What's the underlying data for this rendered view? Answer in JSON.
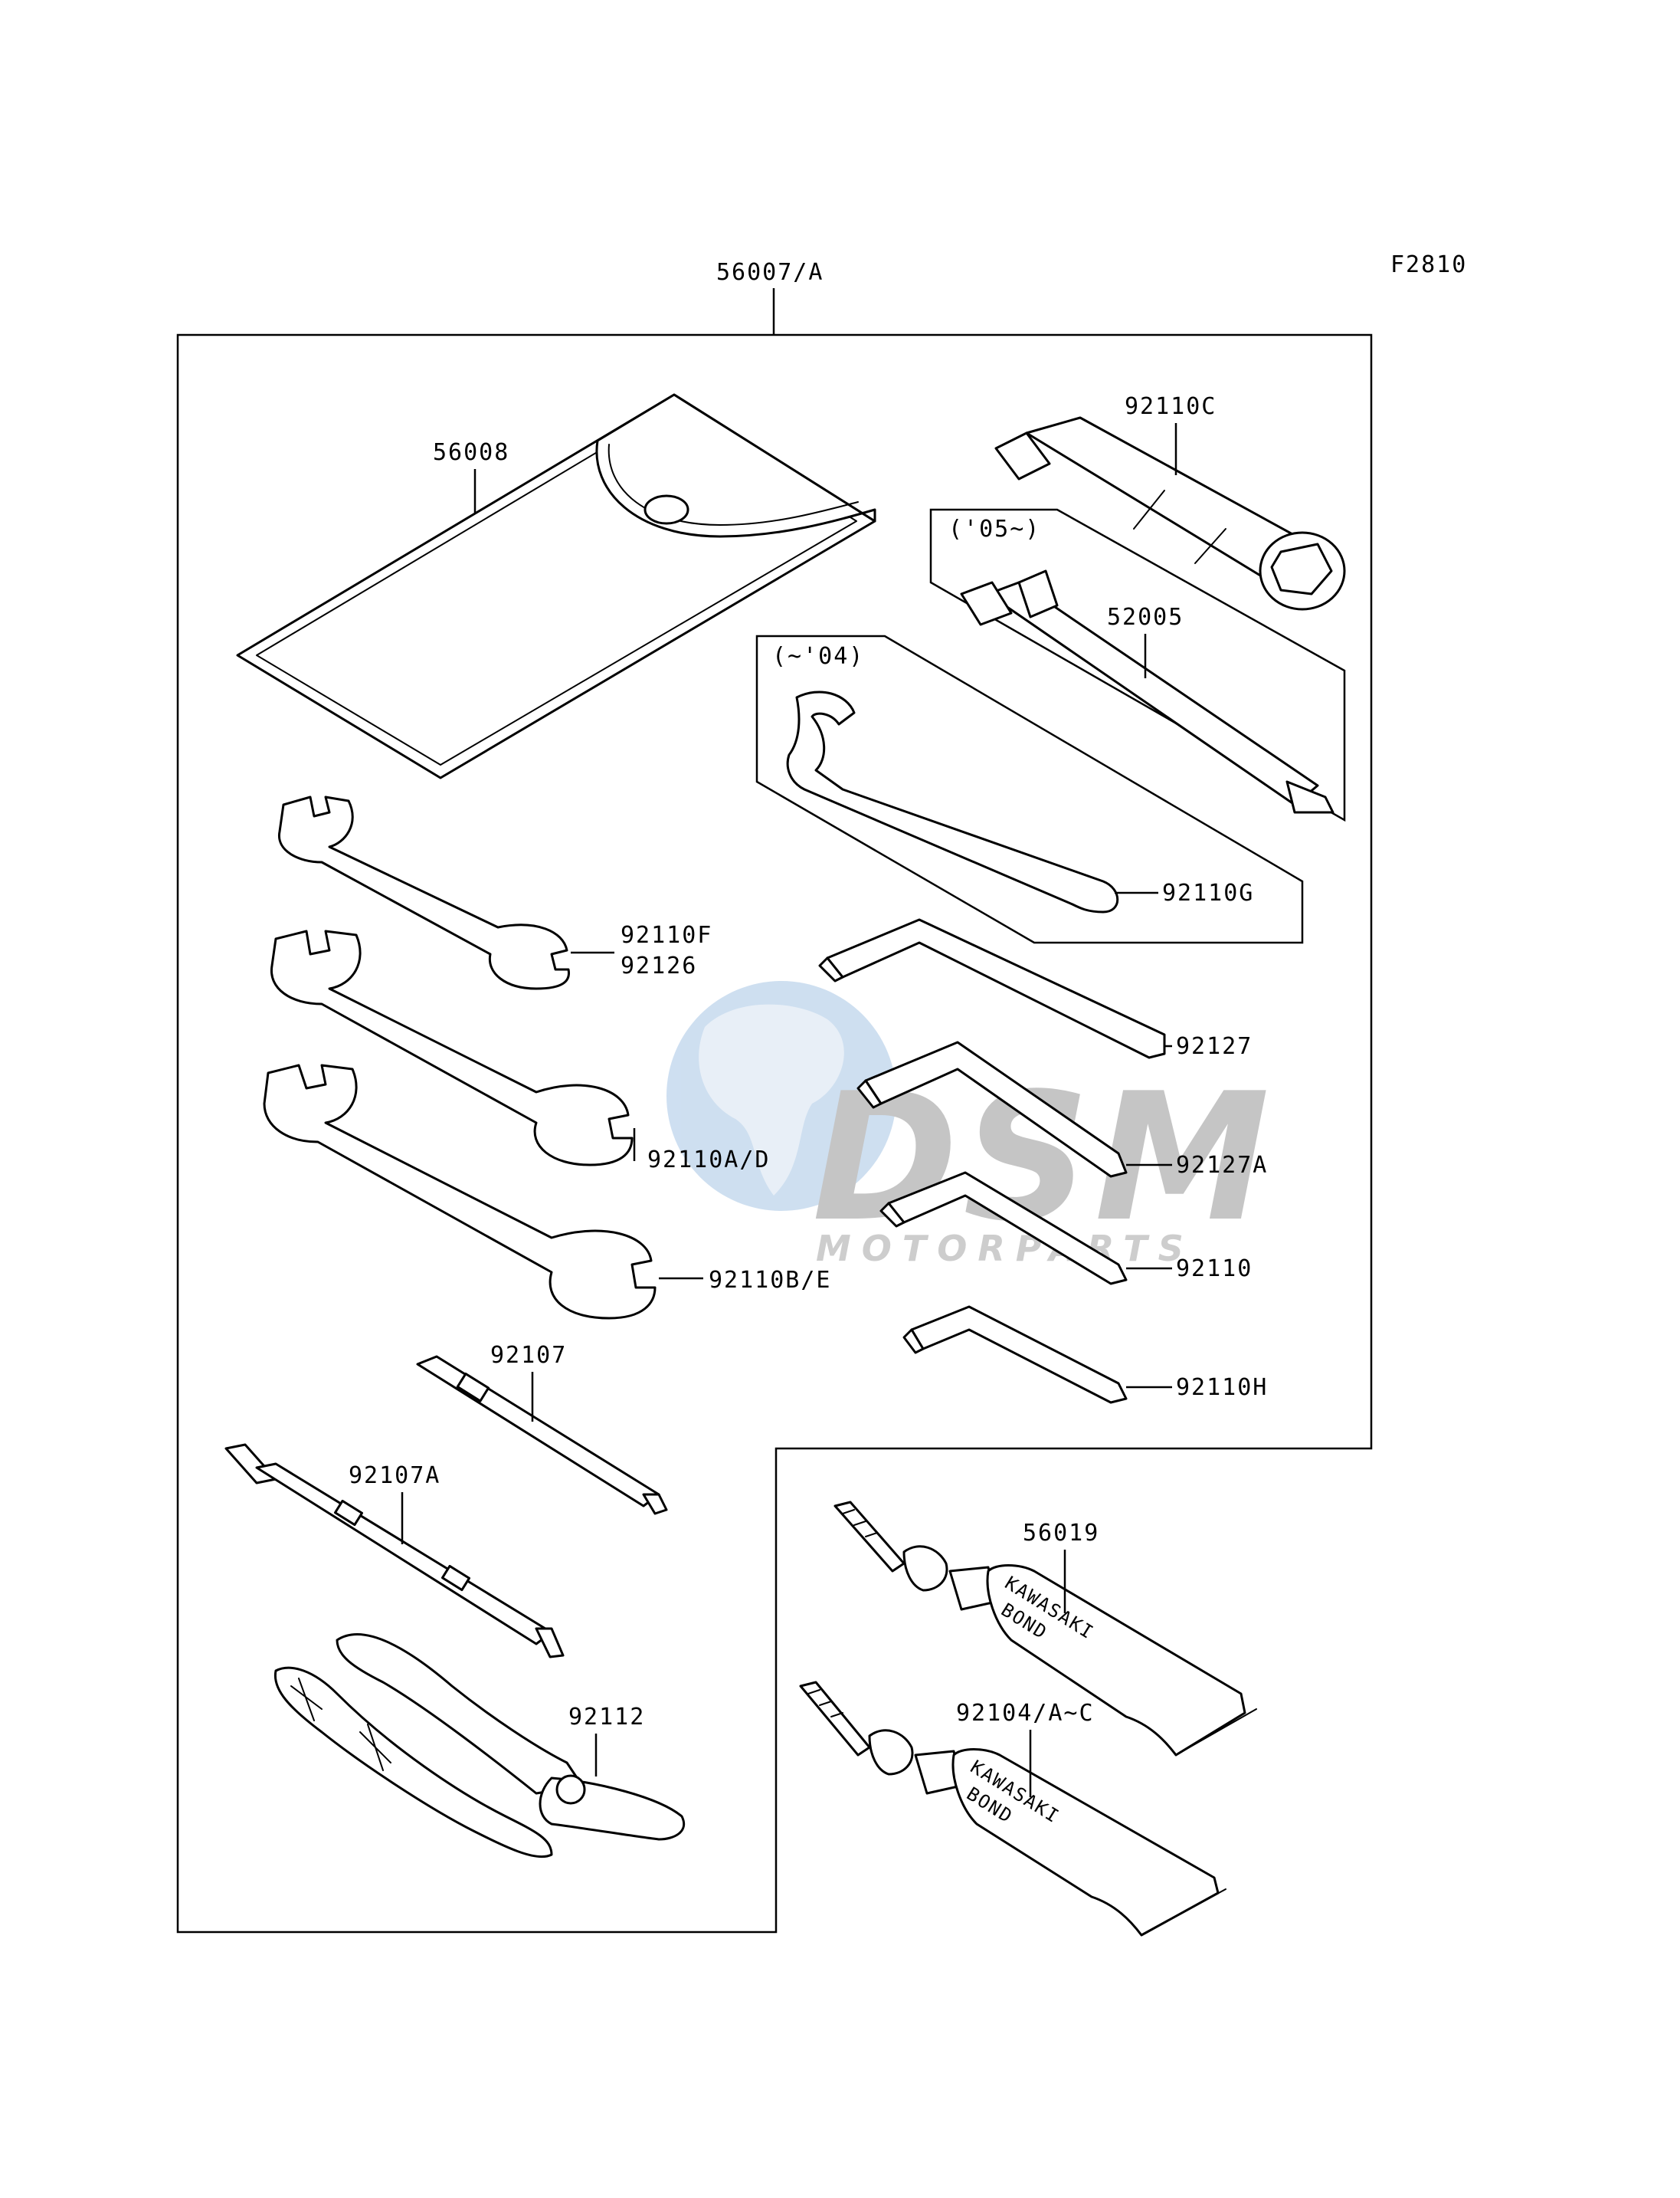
{
  "figure_code": "F2810",
  "kit_label": "56007/A",
  "parts": {
    "case": "56008",
    "plug_wrench": "92110C",
    "range_05": "('05~)",
    "tool_52005": "52005",
    "range_04": "(~'04)",
    "hook_wrench": "92110G",
    "wrench_f": "92110F",
    "wrench_126": "92126",
    "wrench_ad": "92110A/D",
    "wrench_be": "92110B/E",
    "hex_92127": "92127",
    "hex_92127a": "92127A",
    "hex_92110": "92110",
    "hex_92110h": "92110H",
    "driver_92107": "92107",
    "driver_92107a": "92107A",
    "pliers": "92112",
    "bond_56019": "56019",
    "bond_92104": "92104/A~C",
    "tube_text_1": "KAWASAKI",
    "tube_text_2": "BOND"
  },
  "watermark": {
    "text_main": "DSM",
    "text_sub": "MOTORPARTS",
    "colors": {
      "globe": "#c9dcef",
      "letters": "#bfbfbf"
    }
  }
}
